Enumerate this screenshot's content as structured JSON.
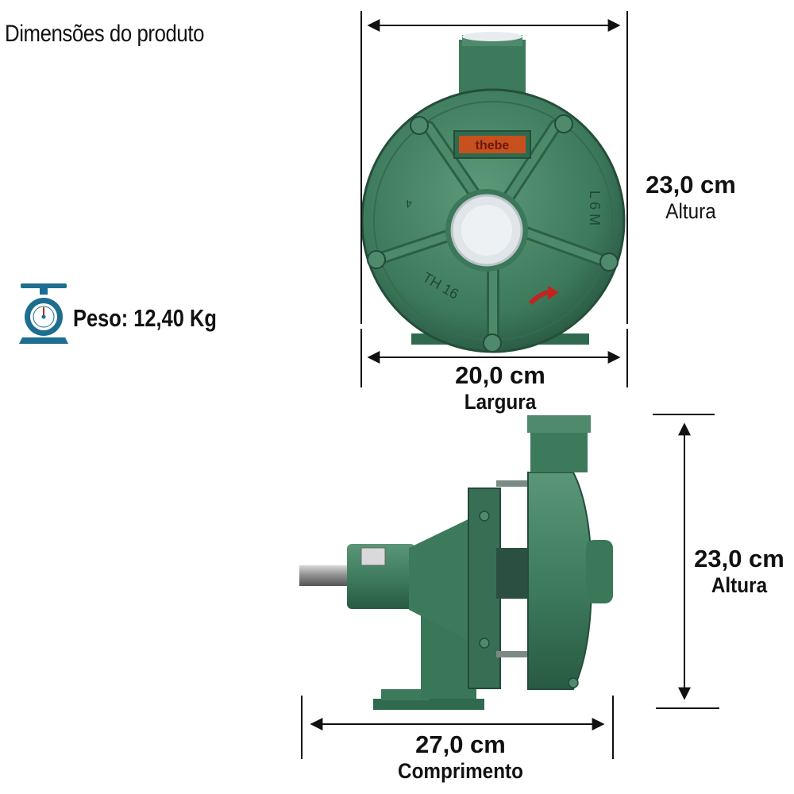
{
  "title": "Dimensões do produto",
  "weight": {
    "label": "Peso: 12,40 Kg",
    "icon": "scale-icon"
  },
  "front_view": {
    "nameplate": "thebe",
    "cast_marks": [
      "L 6 M",
      "TH 16",
      "4"
    ]
  },
  "dimensions": {
    "front_height": {
      "value": "23,0 cm",
      "name": "Altura"
    },
    "front_width": {
      "value": "20,0 cm",
      "name": "Largura"
    },
    "side_height": {
      "value": "23,0 cm",
      "name": "Altura"
    },
    "side_length": {
      "value": "27,0 cm",
      "name": "Comprimento"
    }
  },
  "colors": {
    "pump_green": "#3d7a5c",
    "pump_dark": "#2a5a43",
    "icon_blue": "#1d6e8f",
    "arrow_red": "#c0261f",
    "plate_orange": "#c8501e"
  }
}
